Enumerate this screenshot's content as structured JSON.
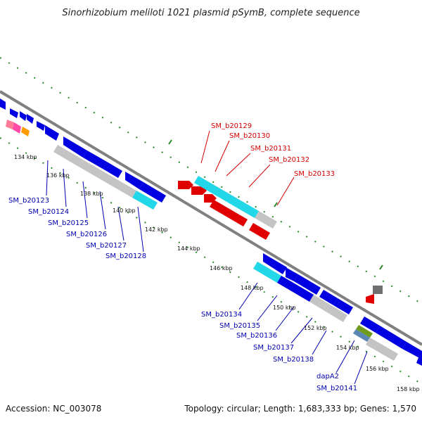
{
  "title": "Sinorhizobium meliloti 1021 plasmid pSymB, complete sequence",
  "footer": {
    "accession": "Accession: NC_003078",
    "stats": "Topology: circular; Length: 1,683,333 bp; Genes: 1,570"
  },
  "ticks": [
    "134 kbp",
    "136 kbp",
    "138 kbp",
    "140 kbp",
    "142 kbp",
    "144 kbp",
    "146 kbp",
    "148 kbp",
    "150 kbp",
    "152 kbp",
    "154 kbp",
    "156 kbp",
    "158 kbp"
  ],
  "forward_labels": [
    "SM_b20129",
    "SM_b20130",
    "SM_b20131",
    "SM_b20132",
    "SM_b20133"
  ],
  "reverse_labels": [
    "SM_b20123",
    "SM_b20124",
    "SM_b20125",
    "SM_b20126",
    "SM_b20127",
    "SM_b20128",
    "SM_b20134",
    "SM_b20135",
    "SM_b20136",
    "SM_b20137",
    "SM_b20138",
    "dapA2",
    "SM_b20141"
  ],
  "colors": {
    "backbone": "#808080",
    "tick": "#2a8a2a",
    "gene_fwd_red": "#e00000",
    "gene_rev_blue": "#0000e0",
    "gene_cyan": "#22d8e8",
    "gene_grey": "#c4c4c4",
    "gene_pink": "#ff4aa8",
    "gene_orange": "#ff9a00",
    "gene_olive": "#6f9a1e",
    "label_fwd": "#d40000",
    "label_rev": "#0000b0"
  }
}
